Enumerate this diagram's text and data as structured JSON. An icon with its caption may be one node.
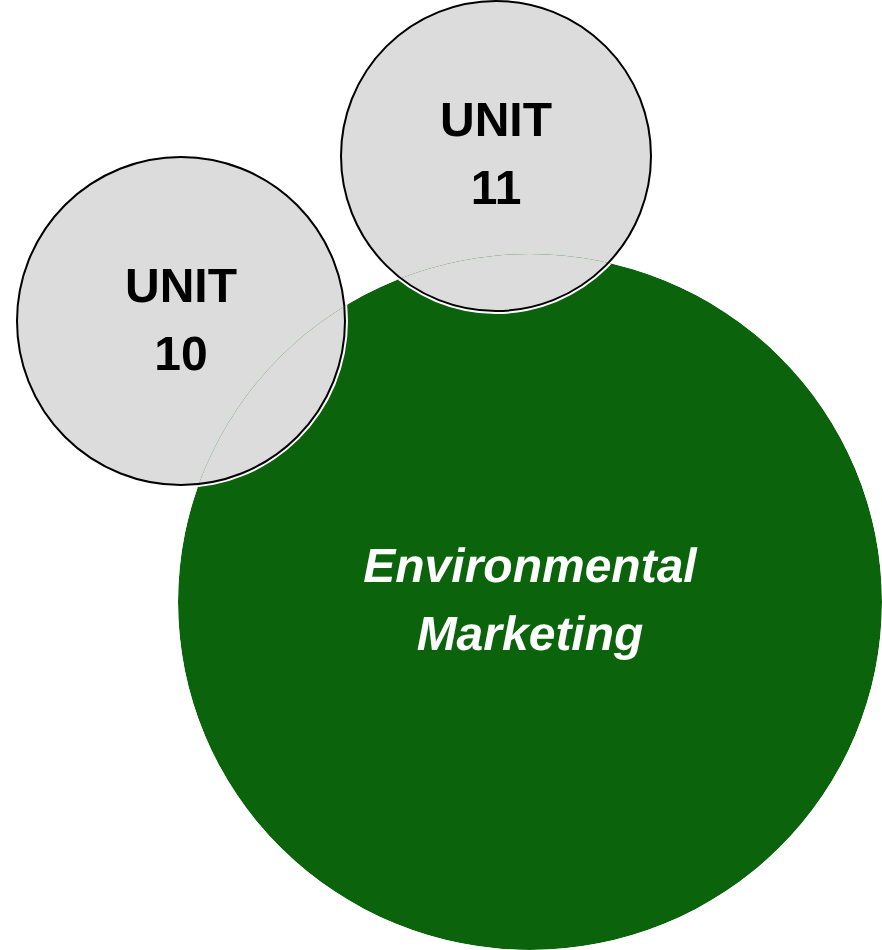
{
  "diagram": {
    "nodes": [
      {
        "text": [
          "UNIT 11"
        ]
      },
      {
        "text": [
          "UNIT 10"
        ]
      },
      {
        "text": [
          "Environmental Marketing"
        ]
      }
    ]
  }
}
